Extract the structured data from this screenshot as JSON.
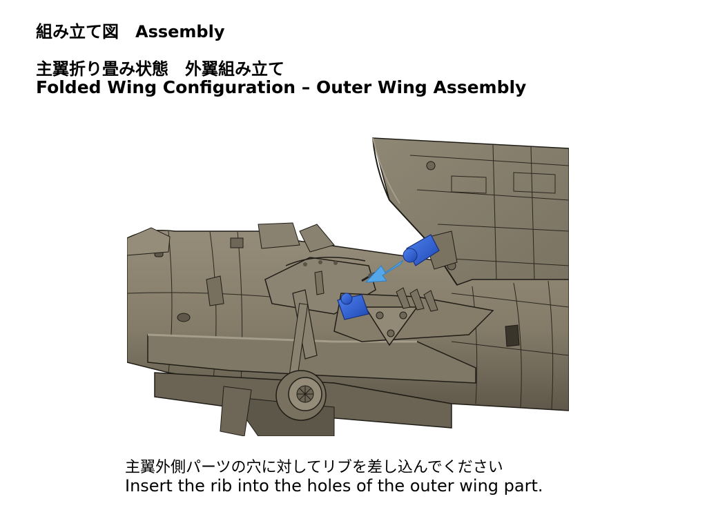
{
  "header": {
    "title": "組み立て図　Assembly",
    "subtitle_jp": "主翼折り畳み状態　外翼組み立て",
    "subtitle_en": "Folded Wing Configuration – Outer Wing Assembly"
  },
  "instructions": {
    "jp": "主翼外側パーツの穴に対してリブを差し込んでください",
    "en": "Insert the rib into the holes of the outer wing part."
  },
  "colors": {
    "model": "#8a8270",
    "model_dark": "#6e6757",
    "model_light": "#a59d8a",
    "outline": "#1f1c16",
    "rib_highlight": "#2f63d8",
    "arrow": "#54a7e8"
  },
  "icons": {
    "assembly_arrow": "arrow-icon"
  }
}
